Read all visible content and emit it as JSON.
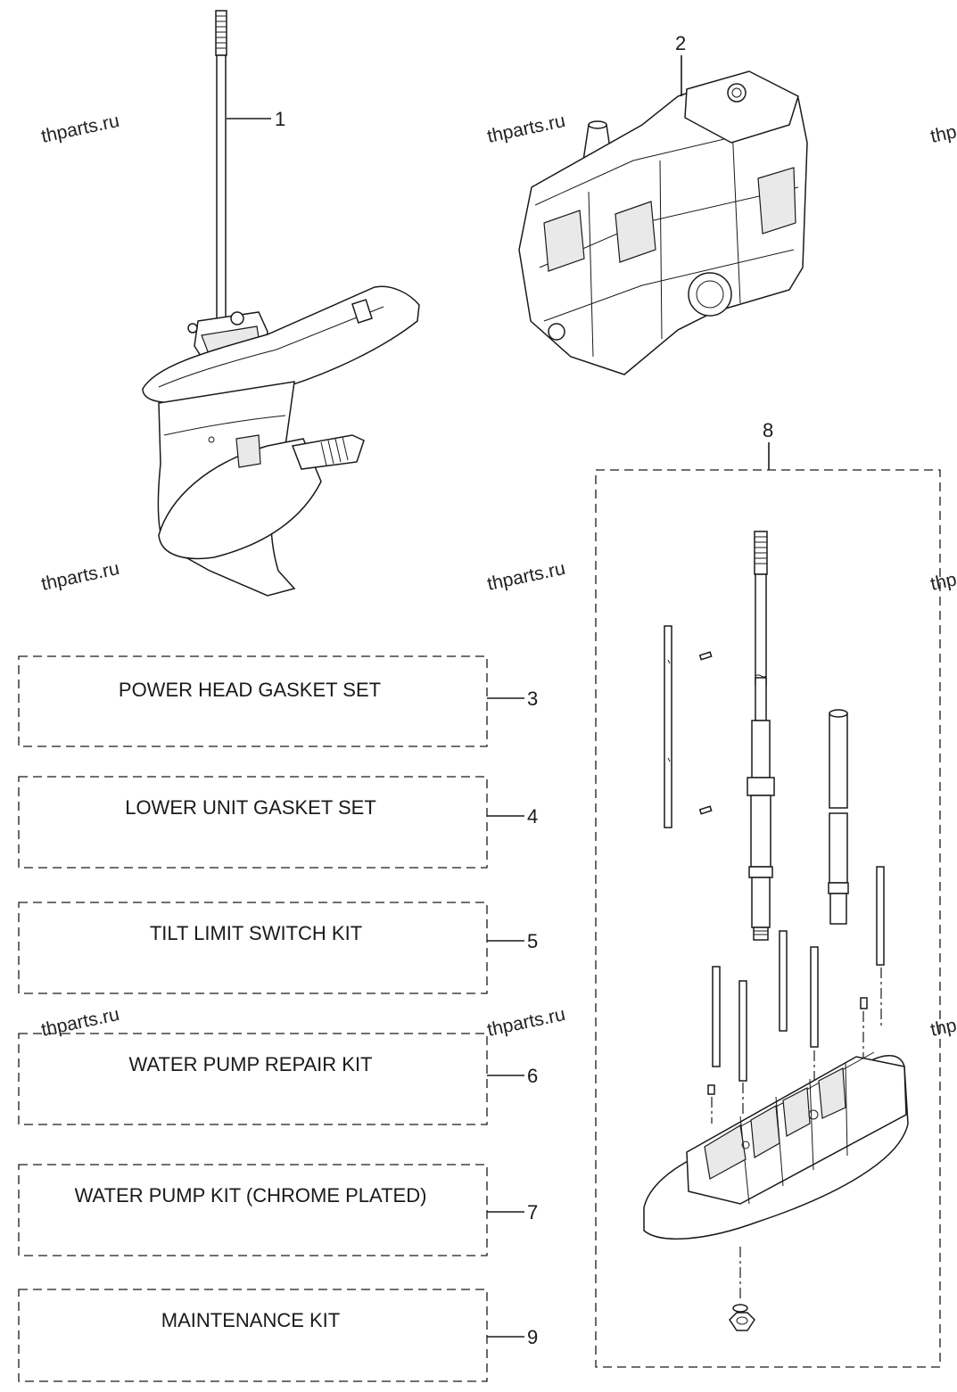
{
  "watermark": "thparts.ru",
  "callouts": {
    "c1": "1",
    "c2": "2",
    "c3": "3",
    "c4": "4",
    "c5": "5",
    "c6": "6",
    "c7": "7",
    "c8": "8",
    "c9": "9"
  },
  "kits": {
    "k3": "POWER HEAD GASKET SET",
    "k4": "LOWER UNIT GASKET SET",
    "k5": "TILT LIMIT SWITCH KIT",
    "k6": "WATER PUMP REPAIR KIT",
    "k7": "WATER PUMP KIT (CHROME PLATED)",
    "k9": "MAINTENANCE KIT"
  }
}
